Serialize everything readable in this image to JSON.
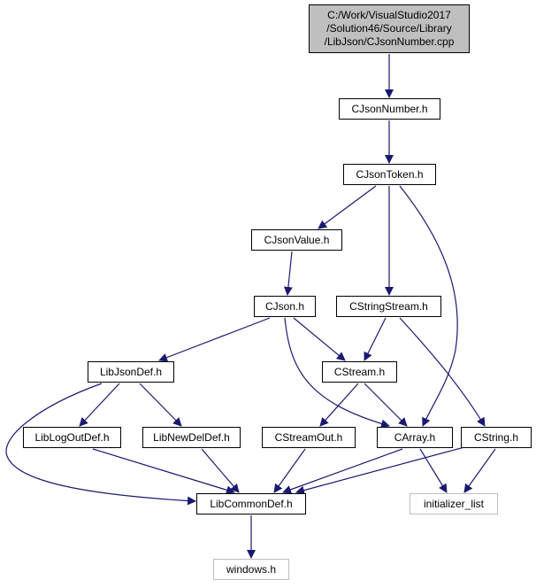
{
  "root_lines": [
    "C:/Work/VisualStudio2017",
    "/Solution46/Source/Library",
    "/LibJson/CJsonNumber.cpp"
  ],
  "nodes": {
    "cjson_number_h": "CJsonNumber.h",
    "cjson_token_h": "CJsonToken.h",
    "cjson_value_h": "CJsonValue.h",
    "cjson_h": "CJson.h",
    "cstring_stream_h": "CStringStream.h",
    "lib_json_def_h": "LibJsonDef.h",
    "cstream_h": "CStream.h",
    "lib_log_out_def_h": "LibLogOutDef.h",
    "lib_new_del_def_h": "LibNewDelDef.h",
    "cstream_out_h": "CStreamOut.h",
    "carray_h": "CArray.h",
    "cstring_h": "CString.h",
    "lib_common_def_h": "LibCommonDef.h",
    "initializer_list": "initializer_list",
    "windows_h": "windows.h"
  },
  "colors": {
    "edge": "#191970",
    "root_fill": "#bfbfbf",
    "external_border": "#bfbfbf",
    "node_border": "#000000"
  }
}
